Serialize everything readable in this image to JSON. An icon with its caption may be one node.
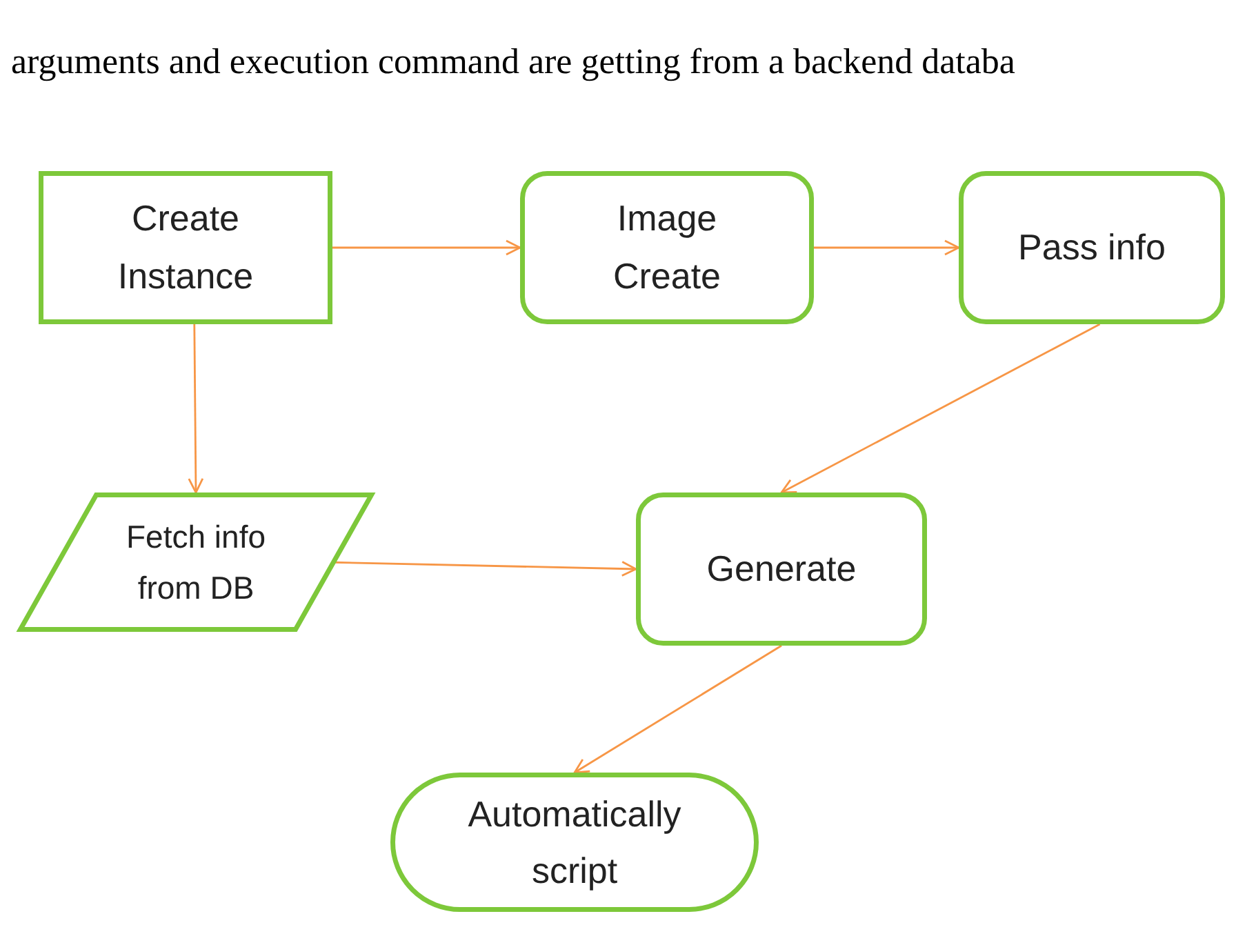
{
  "diagram": {
    "nodes": [
      {
        "text": [
          "Create Instance"
        ]
      },
      {
        "text": [
          "Image Create"
        ]
      },
      {
        "text": [
          "Pass info"
        ]
      },
      {
        "text": [
          "Fetch info from DB"
        ]
      },
      {
        "text": [
          "Generate"
        ]
      },
      {
        "text": [
          "Automatically script"
        ]
      }
    ],
    "edges": [
      {
        "from": 0,
        "to": 1,
        "arrow": "to"
      },
      {
        "from": 1,
        "to": 2,
        "arrow": "to"
      },
      {
        "from": 0,
        "to": 3,
        "arrow": "to"
      },
      {
        "from": 2,
        "to": 4,
        "arrow": "to"
      },
      {
        "from": 3,
        "to": 4,
        "arrow": "to"
      },
      {
        "from": 4,
        "to": 5,
        "arrow": "to"
      }
    ],
    "labels": [
      "arguments and execution command are getting from a backend databa"
    ]
  }
}
